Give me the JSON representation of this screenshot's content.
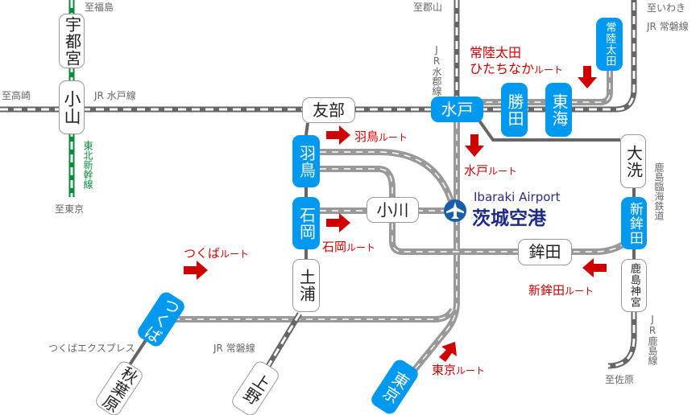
{
  "title": "Ibaraki Airport access route map",
  "airport": {
    "name_en": "Ibaraki Airport",
    "name_ja": "茨城空港",
    "icon": "airplane-icon"
  },
  "stations": {
    "utsunomiya": "宇都宮",
    "oyama": "小山",
    "tomobe": "友部",
    "mito": "水戸",
    "katsuta": "勝田",
    "tokai": "東海",
    "hitachiota": "常陸太田",
    "oarai": "大洗",
    "shinhokota": "新鉾田",
    "kashimajingu": "鹿島神宮",
    "hokota": "鉾田",
    "ogawa": "小川",
    "hatori": "羽鳥",
    "ishioka": "石岡",
    "tsuchiura": "土浦",
    "tsukuba": "つくば",
    "akihabara": "秋葉原",
    "ueno": "上野",
    "tokyo": "東京"
  },
  "lines": {
    "tohoku_shinkansen": "東北新幹線",
    "jr_mito": "JR 水戸線",
    "jr_suigun": "JR水郡線",
    "jr_joban_north": "JR 常磐線",
    "jr_joban_south": "JR 常磐線",
    "kashima_rinkai": "鹿島臨海鉄道",
    "jr_kashima": "JR鹿島線",
    "tsukuba_express": "つくばエクスプレス"
  },
  "destinations": {
    "fukushima": "至福島",
    "takasaki": "至高崎",
    "tokyo": "至東京",
    "koriyama": "至郡山",
    "iwaki": "至いわき",
    "sawara": "至佐原"
  },
  "routes": {
    "suffix": "ルート",
    "hitachiota_line1": "常陸太田",
    "hitachiota_line2": "ひたちなか",
    "mito": "水戸",
    "hatori": "羽鳥",
    "ishioka": "石岡",
    "tsukuba": "つくば",
    "shinhokota": "新鉾田",
    "tokyo": "東京"
  },
  "colors": {
    "station_blue": "#0099f0",
    "route_red": "#d00000",
    "airport_navy": "#1e2a8a",
    "road": "#999999",
    "rail": "#666666",
    "shinkansen": "#0a8a3a"
  }
}
